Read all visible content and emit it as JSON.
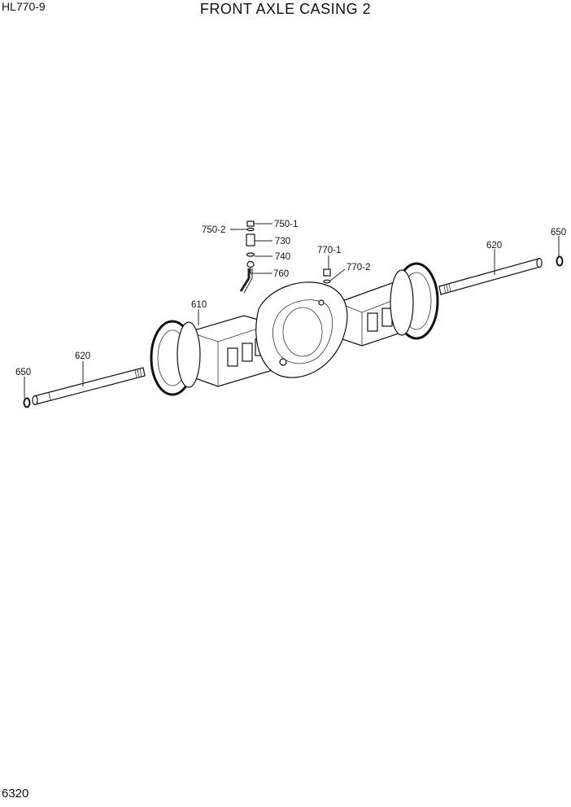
{
  "header": {
    "model": "HL770-9",
    "title": "FRONT AXLE CASING 2"
  },
  "footer": {
    "page_number": "6320"
  },
  "callouts": [
    {
      "id": "c-750-1",
      "label": "750-1"
    },
    {
      "id": "c-750-2",
      "label": "750-2"
    },
    {
      "id": "c-730",
      "label": "730"
    },
    {
      "id": "c-740",
      "label": "740"
    },
    {
      "id": "c-760",
      "label": "760"
    },
    {
      "id": "c-770-1",
      "label": "770-1"
    },
    {
      "id": "c-770-2",
      "label": "770-2"
    },
    {
      "id": "c-610",
      "label": "610"
    },
    {
      "id": "c-620-right",
      "label": "620"
    },
    {
      "id": "c-650-right",
      "label": "650"
    },
    {
      "id": "c-620-left",
      "label": "620"
    },
    {
      "id": "c-650-left",
      "label": "650"
    }
  ]
}
